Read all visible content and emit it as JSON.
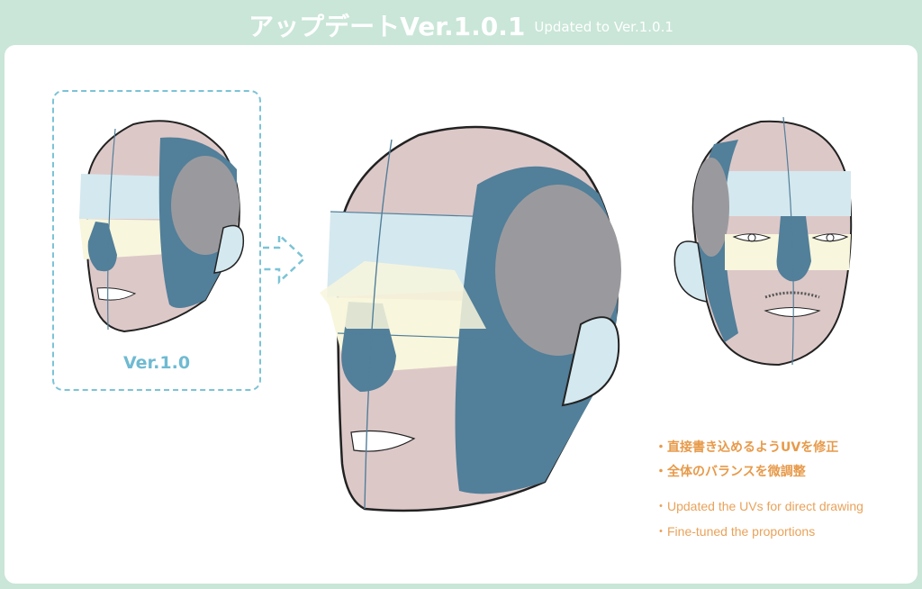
{
  "header": {
    "title": "アップデートVer.1.0.1",
    "subtitle": "Updated to Ver.1.0.1"
  },
  "old_version": {
    "label": "Ver.1.0"
  },
  "notes": {
    "jp": [
      "・直接書き込めるようUVを修正",
      "・全体のバランスを微調整"
    ],
    "en": [
      "・Updated the UVs for direct drawing",
      "・Fine-tuned the proportions"
    ]
  },
  "colors": {
    "background": "#c9e6d8",
    "panel": "#ffffff",
    "skin_pink": "#ddc8c8",
    "uv_blue": "#527f99",
    "light_blue": "#d4e8ef",
    "cream": "#f8f6dc",
    "ear_gray": "#9a9a9e",
    "accent_orange": "#e79a4a",
    "dashed_cyan": "#7cc3d6"
  }
}
